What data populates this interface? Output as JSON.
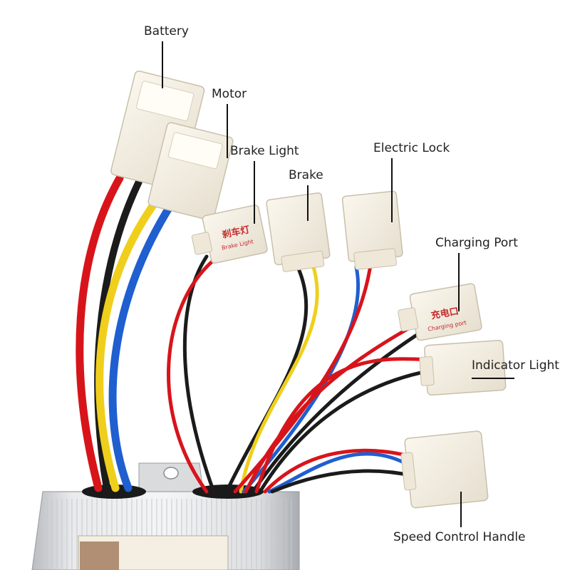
{
  "labels": {
    "battery": "Battery",
    "motor": "Motor",
    "brake_light": "Brake Light",
    "brake": "Brake",
    "electric_lock": "Electric Lock",
    "charging_port": "Charging Port",
    "indicator_light": "Indicator Light",
    "speed_control_handle": "Speed Control Handle"
  },
  "connector_prints": {
    "brake_light_cn": "刹车灯",
    "brake_light_en": "Brake Light",
    "charging_port_cn": "充电口",
    "charging_port_en": "Charging port"
  },
  "wire_colors": {
    "red": "#d8141b",
    "black": "#1b1b1b",
    "blue": "#1f5fd0",
    "yellow": "#f0cf1c"
  }
}
